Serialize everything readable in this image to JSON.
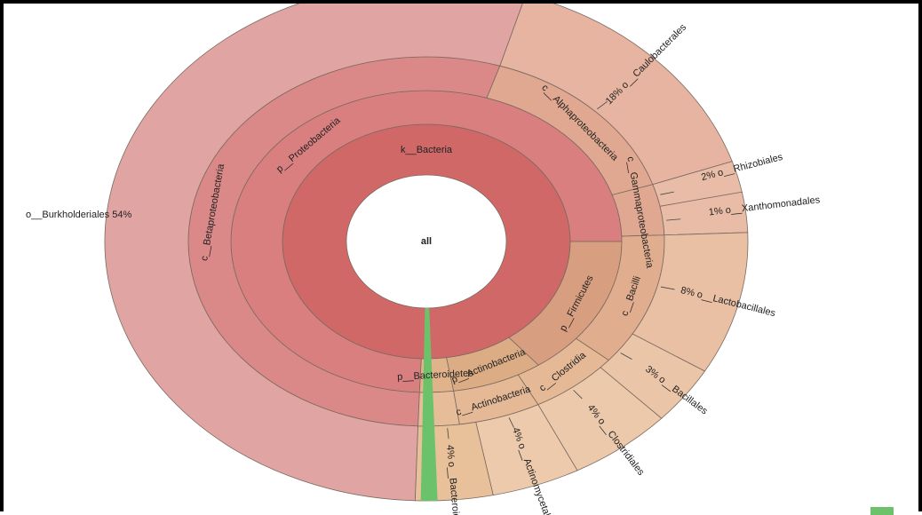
{
  "chart_data": {
    "type": "sunburst",
    "center_label": "all",
    "rings": [
      {
        "level": "kingdom",
        "segments": [
          {
            "name": "k__Bacteria",
            "start_deg": 0,
            "end_deg": 360,
            "color": "#d06868"
          }
        ]
      },
      {
        "level": "phylum",
        "segments": [
          {
            "name": "p__Proteobacteria",
            "start_deg": -178,
            "end_deg": 90,
            "color": "#d97f80"
          },
          {
            "name": "p__Firmicutes",
            "start_deg": 90,
            "end_deg": 145,
            "color": "#d89e80"
          },
          {
            "name": "p__Actinobacteria",
            "start_deg": 145,
            "end_deg": 172,
            "color": "#dcad85"
          },
          {
            "name": "p__Bacteroidetes",
            "start_deg": 172,
            "end_deg": 182,
            "color": "#e1b38a"
          }
        ]
      },
      {
        "level": "class",
        "segments": [
          {
            "name": "c__Betaproteobacteria",
            "start_deg": -178,
            "end_deg": 18,
            "color": "#db8888"
          },
          {
            "name": "c__Alphaproteobacteria",
            "start_deg": 18,
            "end_deg": 72,
            "color": "#e0a890"
          },
          {
            "name": "c__Gammaproteobacteria",
            "start_deg": 72,
            "end_deg": 88,
            "color": "#e0a890"
          },
          {
            "name": "c__Bacilli",
            "start_deg": 88,
            "end_deg": 130,
            "color": "#e1ad8f"
          },
          {
            "name": "c__Clostridia",
            "start_deg": 130,
            "end_deg": 152,
            "color": "#e5b996"
          },
          {
            "name": "c__Actinobacteria",
            "start_deg": 152,
            "end_deg": 172,
            "color": "#e5b996"
          },
          {
            "name": "",
            "start_deg": 172,
            "end_deg": 182,
            "color": "#e6bd98"
          }
        ]
      },
      {
        "level": "order",
        "segments": [
          {
            "name": "o__Burkholderiales",
            "percent": "54%",
            "start_deg": -178,
            "end_deg": 18,
            "color": "#e0a4a2"
          },
          {
            "name": "o__Caulobacterales",
            "percent": "18%",
            "start_deg": 18,
            "end_deg": 72,
            "color": "#e6b4a0"
          },
          {
            "name": "o__Rhizobiales",
            "percent": "2%",
            "start_deg": 72,
            "end_deg": 79,
            "color": "#e8bca6"
          },
          {
            "name": "o__Xanthomonadales",
            "percent": "1%",
            "start_deg": 79,
            "end_deg": 88,
            "color": "#e8bca6"
          },
          {
            "name": "o__Lactobacillales",
            "percent": "8%",
            "start_deg": 88,
            "end_deg": 120,
            "color": "#e9c0a4"
          },
          {
            "name": "o__Bacillales",
            "percent": "3%",
            "start_deg": 120,
            "end_deg": 133,
            "color": "#ebc5a7"
          },
          {
            "name": "o__Clostridiales",
            "percent": "4%",
            "start_deg": 133,
            "end_deg": 152,
            "color": "#ecc9ab"
          },
          {
            "name": "o__Actinomycetales",
            "percent": "4%",
            "start_deg": 152,
            "end_deg": 168,
            "color": "#eccaab"
          },
          {
            "name": "o__Bacteroidales",
            "percent": "4%",
            "start_deg": 168,
            "end_deg": 182,
            "color": "#e8c09a"
          }
        ]
      }
    ],
    "highlight": {
      "start_deg": 178,
      "end_deg": 181,
      "color": "#6cc26b"
    },
    "legend_swatch_color": "#6cc26b"
  }
}
